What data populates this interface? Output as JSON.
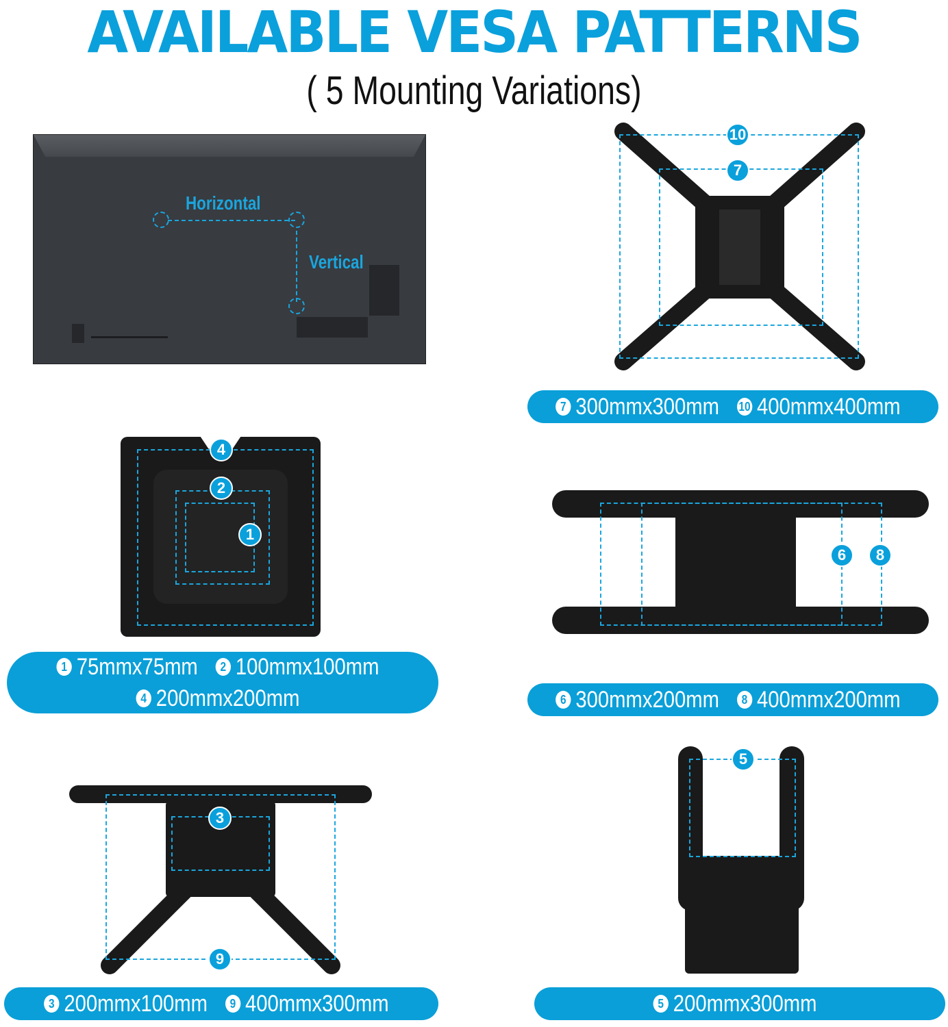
{
  "header": {
    "title": "AVAILABLE VESA PATTERNS",
    "subtitle": "( 5 Mounting Variations)"
  },
  "tv_diagram": {
    "horizontal_label": "Horizontal",
    "vertical_label": "Vertical"
  },
  "colors": {
    "accent": "#0aa0dc",
    "mount": "#1a1a1a",
    "tv": "#3a3d42"
  },
  "panels": [
    {
      "id": "cross",
      "badges": [
        "10",
        "7"
      ],
      "specs": [
        {
          "num": "7",
          "size": "300mmx300mm"
        },
        {
          "num": "10",
          "size": "400mmx400mm"
        }
      ]
    },
    {
      "id": "plate",
      "badges": [
        "4",
        "2",
        "1"
      ],
      "specs": [
        {
          "num": "1",
          "size": "75mmx75mm"
        },
        {
          "num": "2",
          "size": "100mmx100mm"
        },
        {
          "num": "4",
          "size": "200mmx200mm"
        }
      ]
    },
    {
      "id": "horizontal-rails",
      "badges": [
        "6",
        "8"
      ],
      "specs": [
        {
          "num": "6",
          "size": "300mmx200mm"
        },
        {
          "num": "8",
          "size": "400mmx200mm"
        }
      ]
    },
    {
      "id": "t-shape",
      "badges": [
        "3",
        "9"
      ],
      "specs": [
        {
          "num": "3",
          "size": "200mmx100mm"
        },
        {
          "num": "9",
          "size": "400mmx300mm"
        }
      ]
    },
    {
      "id": "vertical-rails",
      "badges": [
        "5"
      ],
      "specs": [
        {
          "num": "5",
          "size": "200mmx300mm"
        }
      ]
    }
  ]
}
